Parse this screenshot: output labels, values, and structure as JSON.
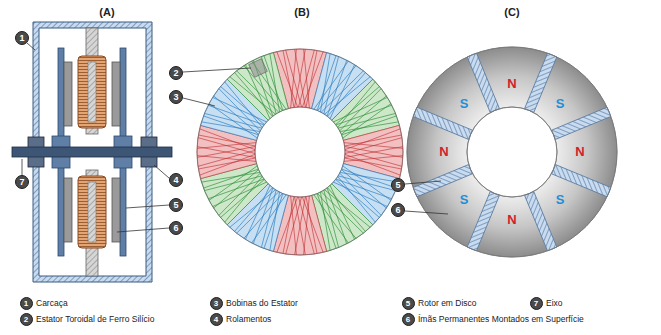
{
  "diagram": {
    "labels": [
      "(A)",
      "(B)",
      "(C)",
      "1",
      "2",
      "3",
      "7",
      "4",
      "5",
      "6",
      "5",
      "6",
      "N",
      "S",
      "S",
      "N",
      "N",
      "S",
      "S",
      "N",
      "1",
      "3",
      "5",
      "7",
      "2",
      "4",
      "6"
    ],
    "legend": [
      {
        "text": "Carcaça"
      },
      {
        "text": "Bobinas do Estator"
      },
      {
        "text": "Rotor em Disco"
      },
      {
        "text": "Eixo"
      },
      {
        "text": "Estator Toroidal de Ferro Silício"
      },
      {
        "text": "Rolamentos"
      },
      {
        "text": "Ímãs Permanentes Montados em Superfície"
      }
    ]
  }
}
